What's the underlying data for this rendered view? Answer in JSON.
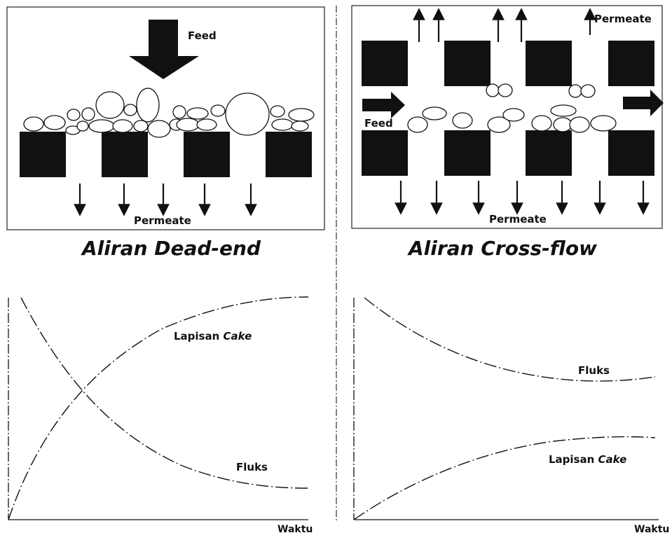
{
  "dead_end": {
    "title": "Aliran Dead-end",
    "feed_label": "Feed",
    "permeate_label": "Permeate"
  },
  "cross_flow": {
    "title": "Aliran Cross-flow",
    "feed_label": "Feed",
    "permeate_label": "Permeate"
  },
  "dead_end_graph": {
    "cake_label": "Lapisan",
    "cake_italic": "Cake",
    "flux_label": "Fluks",
    "x_axis_label": "Waktu"
  },
  "cross_flow_graph": {
    "cake_label": "Lapisan",
    "cake_italic": "Cake",
    "flux_label": "Fluks",
    "x_axis_label": "Waktu"
  }
}
